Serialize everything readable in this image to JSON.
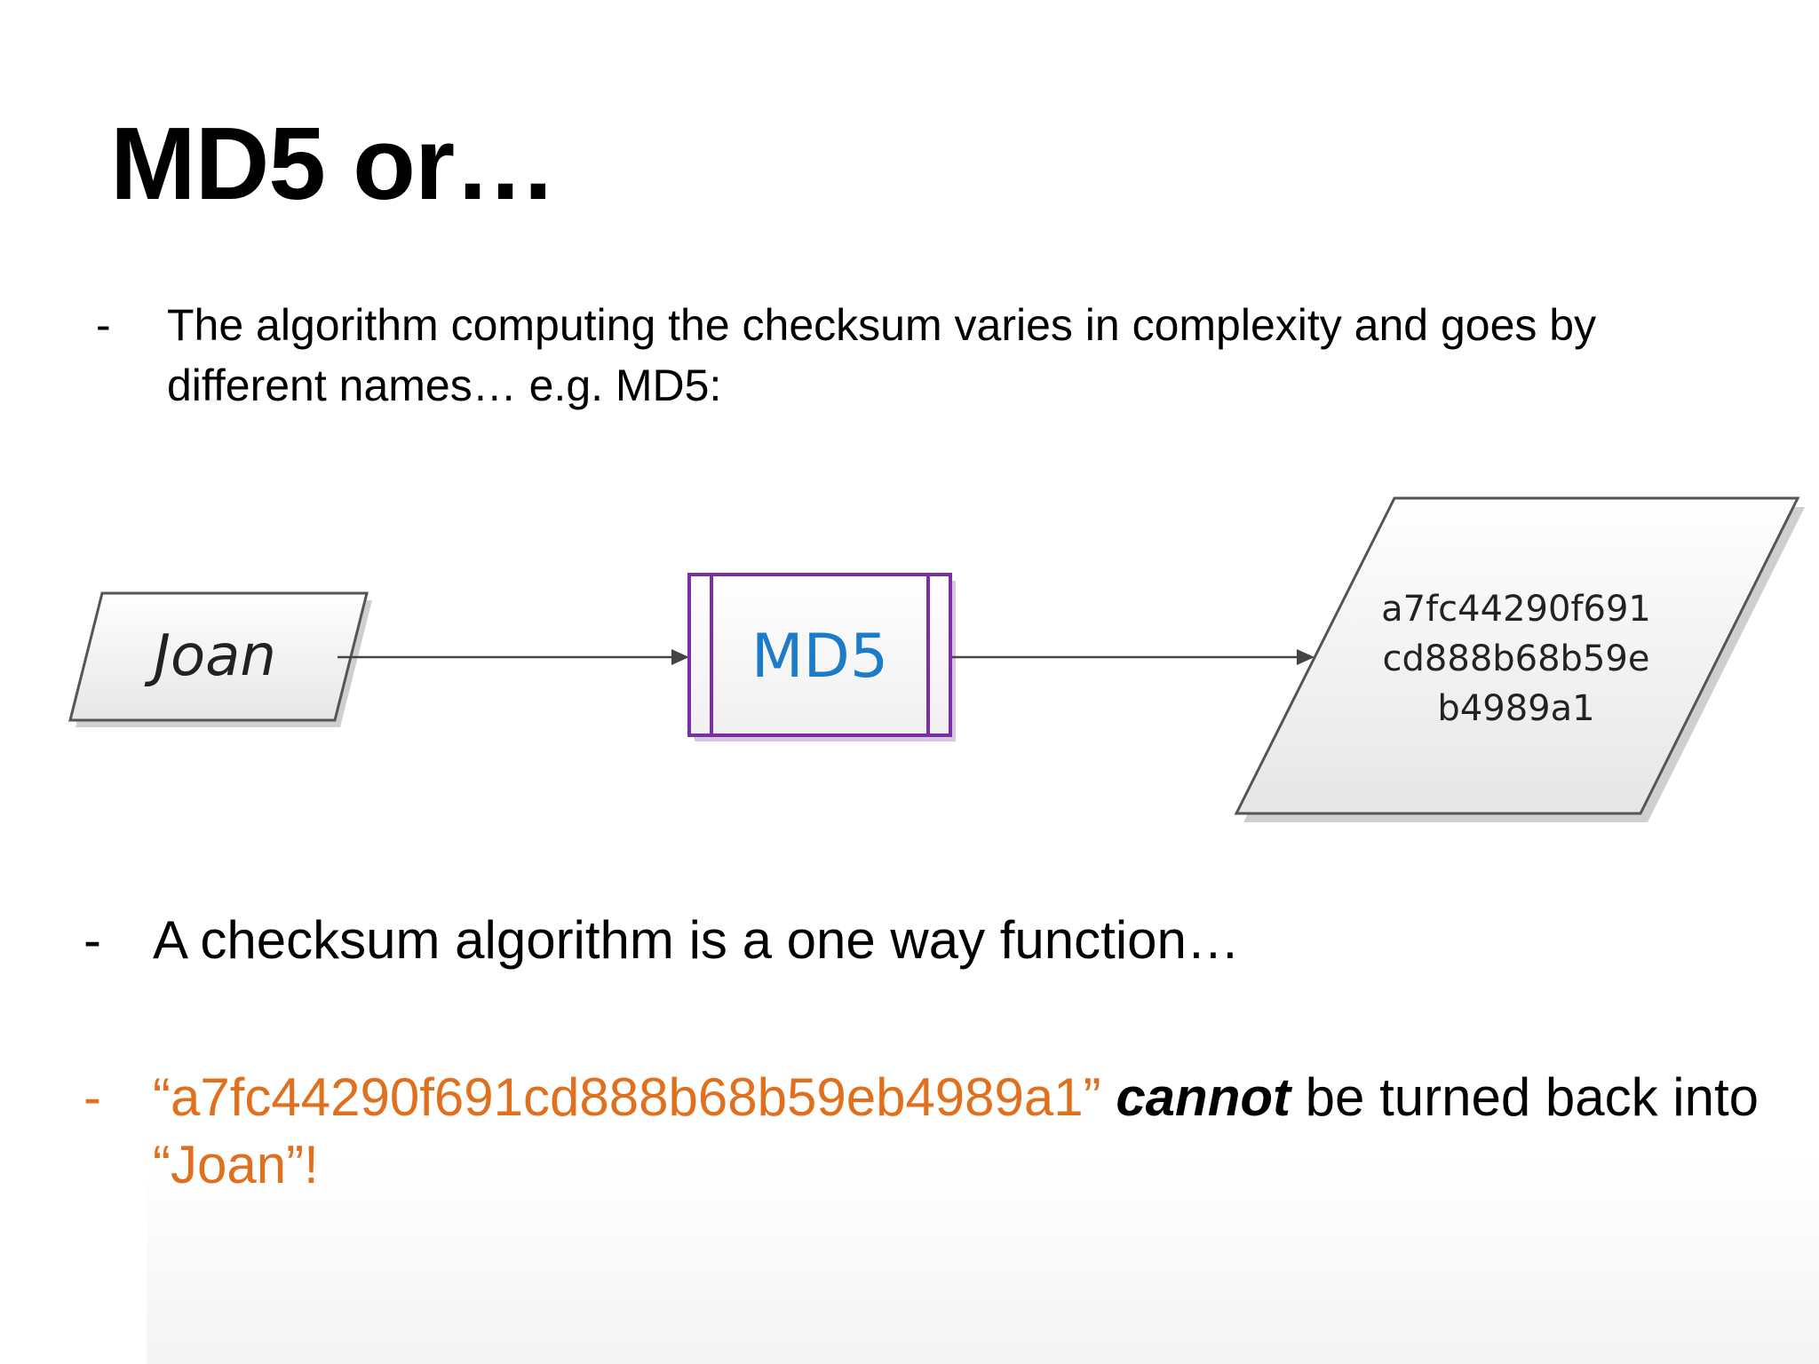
{
  "slide": {
    "title": "MD5 or…",
    "bullets": {
      "first": {
        "dash": "-",
        "text": "The algorithm computing the checksum varies in complexity and goes by different names… e.g. MD5:"
      },
      "second": {
        "dash": "-",
        "text": "A checksum algorithm is a one way function…"
      },
      "third": {
        "dash": "-",
        "hash_quoted": "“a7fc44290f691cd888b68b59eb4989a1”",
        "emphasis": "cannot",
        "middle": " be turned back into ",
        "name_quoted": "“Joan”",
        "end": "!"
      }
    }
  },
  "diagram": {
    "input_label": "Joan",
    "process_label": "MD5",
    "output_lines": [
      "a7fc44290f691",
      "cd888b68b59e",
      "b4989a1"
    ]
  },
  "colors": {
    "accent_orange": "#e0701e",
    "process_border": "#7b2fa6",
    "process_text": "#1d7cc9",
    "shape_fill": "#f2f2f2"
  }
}
